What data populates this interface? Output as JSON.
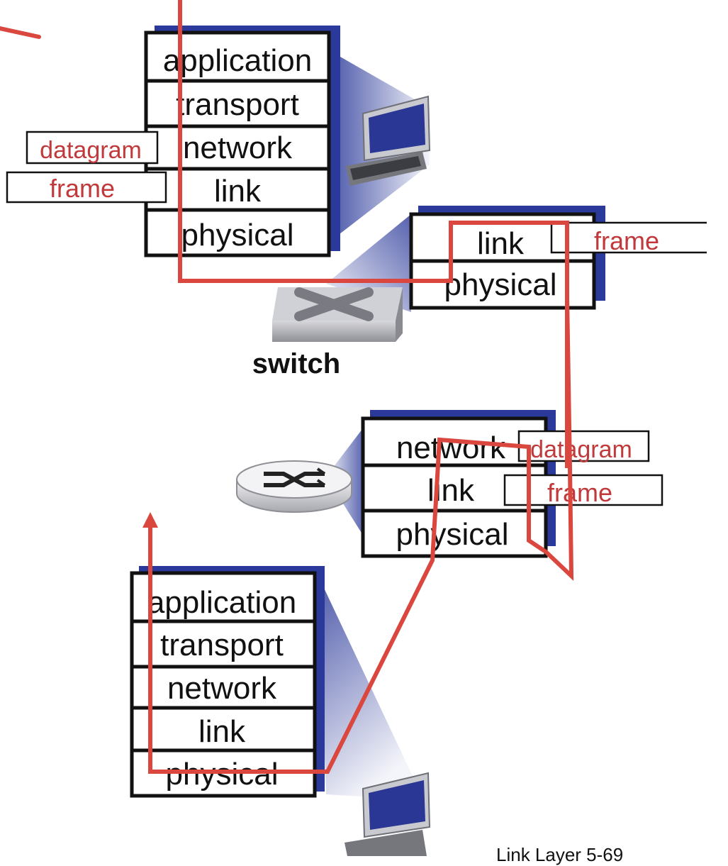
{
  "colors": {
    "path": "#d9473f",
    "stack_shadow": "#2b3a9a",
    "pdu_text": "#c0393b",
    "stack_fill": "#ffffff"
  },
  "host_top": {
    "layers": [
      "application",
      "transport",
      "network",
      "link",
      "physical"
    ],
    "pdus": [
      "datagram",
      "frame"
    ]
  },
  "switch": {
    "label": "switch",
    "layers": [
      "link",
      "physical"
    ],
    "pdus": [
      "frame"
    ]
  },
  "router": {
    "layers": [
      "network",
      "link",
      "physical"
    ],
    "pdus": [
      "datagram",
      "frame"
    ]
  },
  "host_bottom": {
    "layers": [
      "application",
      "transport",
      "network",
      "link",
      "physical"
    ]
  },
  "footer": "Link Layer 5-69",
  "icons": [
    "computer-icon",
    "switch-icon",
    "router-icon"
  ]
}
